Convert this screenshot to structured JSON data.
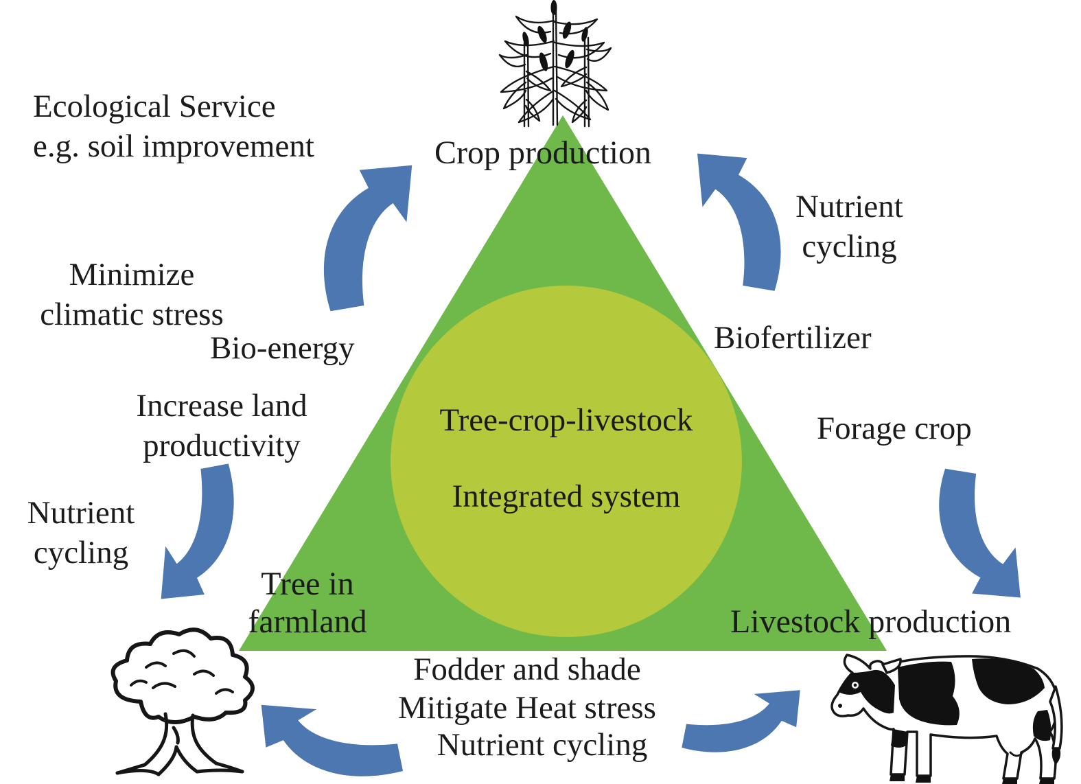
{
  "title": "Tree-crop-livestock integrated system diagram",
  "colors": {
    "triangle": "#6eb94a",
    "circle": "#b4c93c",
    "arrow": "#4c77b0",
    "ink": "#1b1b1b"
  },
  "center": {
    "line1": "Tree-crop-livestock",
    "line2": "Integrated system"
  },
  "nodes": {
    "crop": "Crop production",
    "tree": "Tree in\nfarmland",
    "livestock": "Livestock production"
  },
  "labels": {
    "ecological": "Ecological Service\ne.g. soil improvement",
    "minimize": "Minimize\nclimatic stress",
    "bioenergy": "Bio-energy",
    "increase": "Increase land\nproductivity",
    "nutrient_left": "Nutrient\ncycling",
    "nutrient_right": "Nutrient\ncycling",
    "biofertilizer": "Biofertilizer",
    "forage": "Forage crop",
    "fodder_shade": "Fodder and shade\nMitigate Heat stress",
    "nutrient_bottom": "Nutrient cycling"
  },
  "icons": {
    "crop": "corn-plants-icon",
    "tree": "tree-icon",
    "livestock": "cow-icon",
    "arrows": "curved-arrow-icon"
  }
}
